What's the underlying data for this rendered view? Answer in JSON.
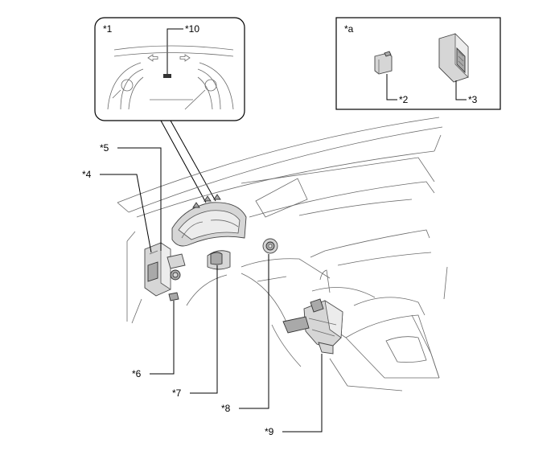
{
  "callouts": {
    "c1": "*1",
    "c10": "*10",
    "ca": "*a",
    "c2": "*2",
    "c3": "*3",
    "c4": "*4",
    "c5": "*5",
    "c6": "*6",
    "c7": "*7",
    "c8": "*8",
    "c9": "*9"
  }
}
